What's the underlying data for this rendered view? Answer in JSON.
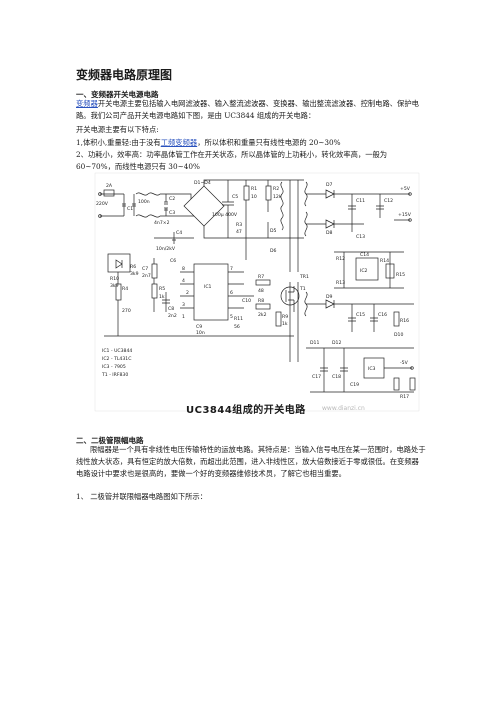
{
  "title": "变频器电路原理图",
  "section1": {
    "heading": "一、变频器开关电源电路",
    "intro_link": "变频器",
    "intro_rest": "开关电源主要包括输入电网滤波器、输入整流滤波器、变换器、输出整流滤波器、控制电路、保护电路。我们公司产品开关电源电路如下图，是由 UC3844 组成的开关电路：",
    "features_intro": "开关电源主要有以下特点:",
    "point1_pre": "1,体积小,重量轻:由于没有",
    "point1_link": "工频变频器",
    "point1_post": "，所以体积和重量只有线性电源的 20~30%",
    "point2": "2、功耗小，效率高：功率晶体管工作在开关状态，所以晶体管的上功耗小，转化效率高，一般为 60~70%，而线性电源只有 30~40%"
  },
  "figure": {
    "caption": "UC3844组成的开关电路",
    "watermark": "www.dianzi.cn",
    "labels": {
      "fuse": "2A",
      "vin": "220V",
      "l": "L",
      "c1": "C1",
      "c2": "C2",
      "c3": "C3",
      "c3v": "4n7×2",
      "c1v": "100n",
      "bridge": "D1~D4",
      "c4": "C4",
      "c4v": "10n/2kV",
      "c5": "C5",
      "c5v": "100μ 400V",
      "r1": "R1",
      "r1v": "10",
      "r2": "R2",
      "r2v": "12k",
      "r3": "R3",
      "r3v": "47",
      "d5": "D5",
      "d6": "D6",
      "ic1": "IC1",
      "pin8": "8",
      "pin7": "7",
      "pin6": "6",
      "pin5": "5",
      "pin4": "4",
      "pin3": "3",
      "pin2": "2",
      "pin1": "1",
      "c6": "C6",
      "c7": "C7",
      "c7v": "2n7",
      "r5": "R5",
      "r5v": "1k",
      "r6": "R6",
      "r6v": "3k9",
      "r4": "R4",
      "r4v": "270",
      "r10": "R10",
      "r10v": "3k9",
      "c8": "C8",
      "c8v": "2n2",
      "c9": "C9",
      "c9v": "10n",
      "r8": "R8",
      "r8v": "2k2",
      "r11": "R11",
      "r11v": "56",
      "r9": "R9",
      "r9v": "1k",
      "c10": "C10",
      "t1": "T1",
      "r7": "R7",
      "r7v": "48",
      "ic1n": "IC1 - UC3844",
      "ic2n": "IC2 - TL431C",
      "ic3n": "IC3 - 7905",
      "t1n": "T1 - IRF830",
      "tr": "TR1",
      "c11": "C11",
      "c12": "C12",
      "c13": "C13",
      "d7": "D7",
      "d8": "D8",
      "v5": "+5V",
      "v15": "+15V",
      "vm5": "-5V",
      "ic2": "IC2",
      "ic3": "IC3",
      "r12": "R12",
      "r13": "R13",
      "r14": "R14",
      "r15": "R15",
      "r16": "R16",
      "r17": "R17",
      "c14": "C14",
      "c15": "C15",
      "c16": "C16",
      "c17": "C17",
      "c18": "C18",
      "c19": "C19",
      "d9": "D9",
      "d10": "D10",
      "d11": "D11",
      "d12": "D12"
    }
  },
  "section2": {
    "heading": "二、二极管限幅电路",
    "p1": "限幅器是一个具有非线性电压传输特性的运放电路。其特点是：当输入信号电压在某一范围时，电路处于线性放大状态，具有恒定的放大倍数，而超出此范围，进入非线性区，放大倍数接近于零或很低。在变频器电路设计中要求也是很高的，要做一个好的变频器维修技术员，了解它也相当重要。",
    "item1": "1、  二极管并联限幅器电路图如下所示："
  }
}
